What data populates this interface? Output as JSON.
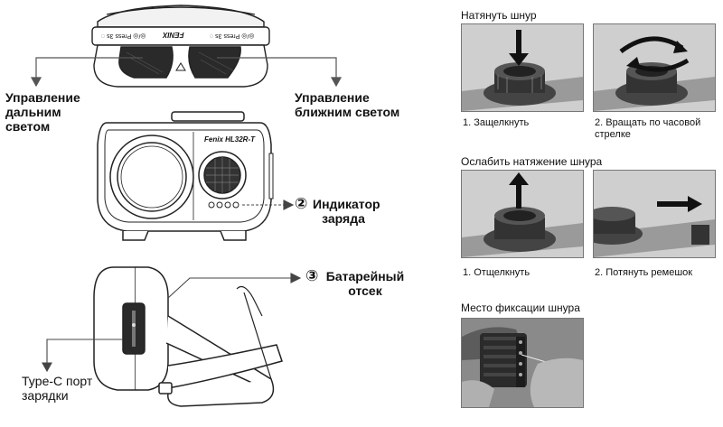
{
  "front": {
    "left_button_text": "◎/◎ Press 3s ◌",
    "right_button_text": "◎/◎ Press 3s ◌",
    "brand": "FENIX"
  },
  "device": {
    "brand_model": "Fenix HL32R-T"
  },
  "labels": {
    "far_light": "Управление дальним светом",
    "near_light": "Управление ближним светом",
    "charge_indicator_num": "②",
    "charge_indicator": "Индикатор заряда",
    "battery_num": "③",
    "battery": "Батарейный отсек",
    "typec_port": "Type-C порт зарядки"
  },
  "tighten": {
    "header": "Натянуть шнур",
    "step1": "1. Защелкнуть",
    "step2": "2. Вращать по часовой стрелке"
  },
  "loosen": {
    "header": "Ослабить натяжение шнура",
    "step1": "1. Отщелкнуть",
    "step2": "2. Потянуть ремешок"
  },
  "fix": {
    "header": "Место фиксации шнура"
  }
}
